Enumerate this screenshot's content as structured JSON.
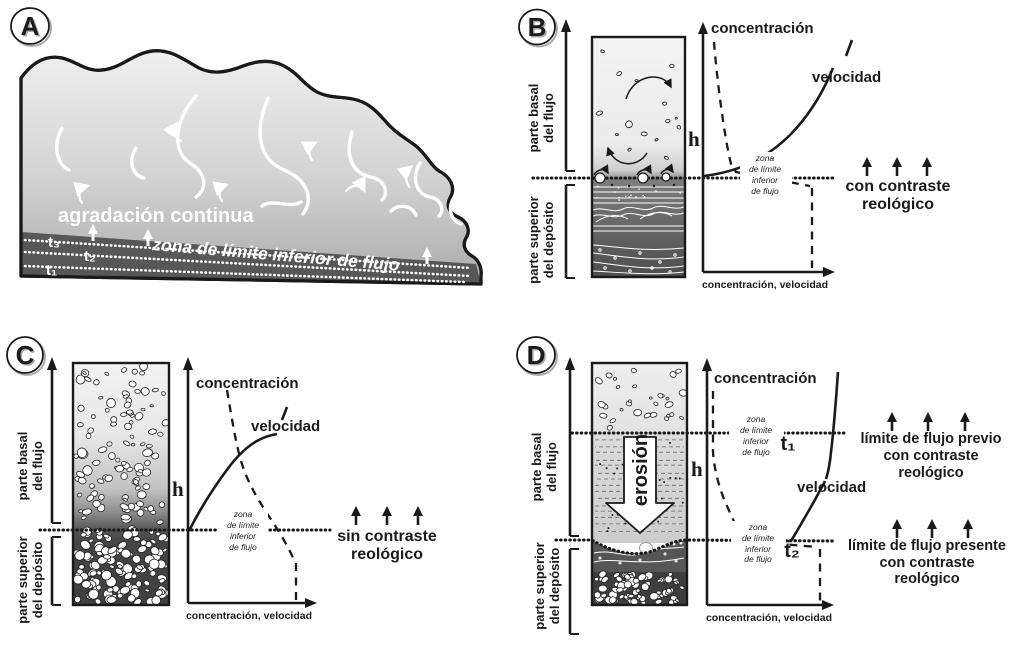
{
  "colors": {
    "ink": "#1a1a1a",
    "mass_top": "#ececec",
    "mass_bottom": "#b0b0b0",
    "deposit_band": "#575757",
    "column_light": "#f1f1f1",
    "column_dark": "#474747",
    "erosion_fill": "#d8d8d8",
    "white": "#ffffff"
  },
  "panels": {
    "a": {
      "label": "A",
      "agradacion": "agradación continua",
      "zona": "zona de límite inferior de flujo",
      "t3": "t₃",
      "t2": "t₂",
      "t1": "t₁"
    },
    "b": {
      "label": "B",
      "axis_flow": [
        "parte basal",
        "del flujo"
      ],
      "axis_deposit": [
        "parte superior",
        "del depósito"
      ],
      "concentracion": "concentración",
      "velocidad": "velocidad",
      "h": "h",
      "zona": [
        "zona",
        "de límite",
        "inferior",
        "de flujo"
      ],
      "annotation": [
        "con contraste",
        "reológico"
      ],
      "xaxis": "concentración, velocidad"
    },
    "c": {
      "label": "C",
      "axis_flow": [
        "parte basal",
        "del flujo"
      ],
      "axis_deposit": [
        "parte superior",
        "del depósito"
      ],
      "concentracion": "concentración",
      "velocidad": "velocidad",
      "h": "h",
      "zona": [
        "zona",
        "de límite",
        "inferior",
        "de flujo"
      ],
      "annotation": [
        "sin contraste",
        "reológico"
      ],
      "xaxis": "concentración, velocidad"
    },
    "d": {
      "label": "D",
      "axis_flow": [
        "parte basal",
        "del flujo"
      ],
      "axis_deposit": [
        "parte superior",
        "del depósito"
      ],
      "concentracion": "concentración",
      "velocidad": "velocidad",
      "h": "h",
      "erosion": "erosión",
      "t1": "t₁",
      "t2": "t₂",
      "zona": [
        "zona",
        "de límite",
        "inferior",
        "de flujo"
      ],
      "annotation_upper": [
        "límite de flujo previo",
        "con contraste",
        "reológico"
      ],
      "annotation_lower": [
        "límite de flujo presente",
        "con contraste",
        "reológico"
      ],
      "xaxis": "concentración, velocidad"
    }
  }
}
